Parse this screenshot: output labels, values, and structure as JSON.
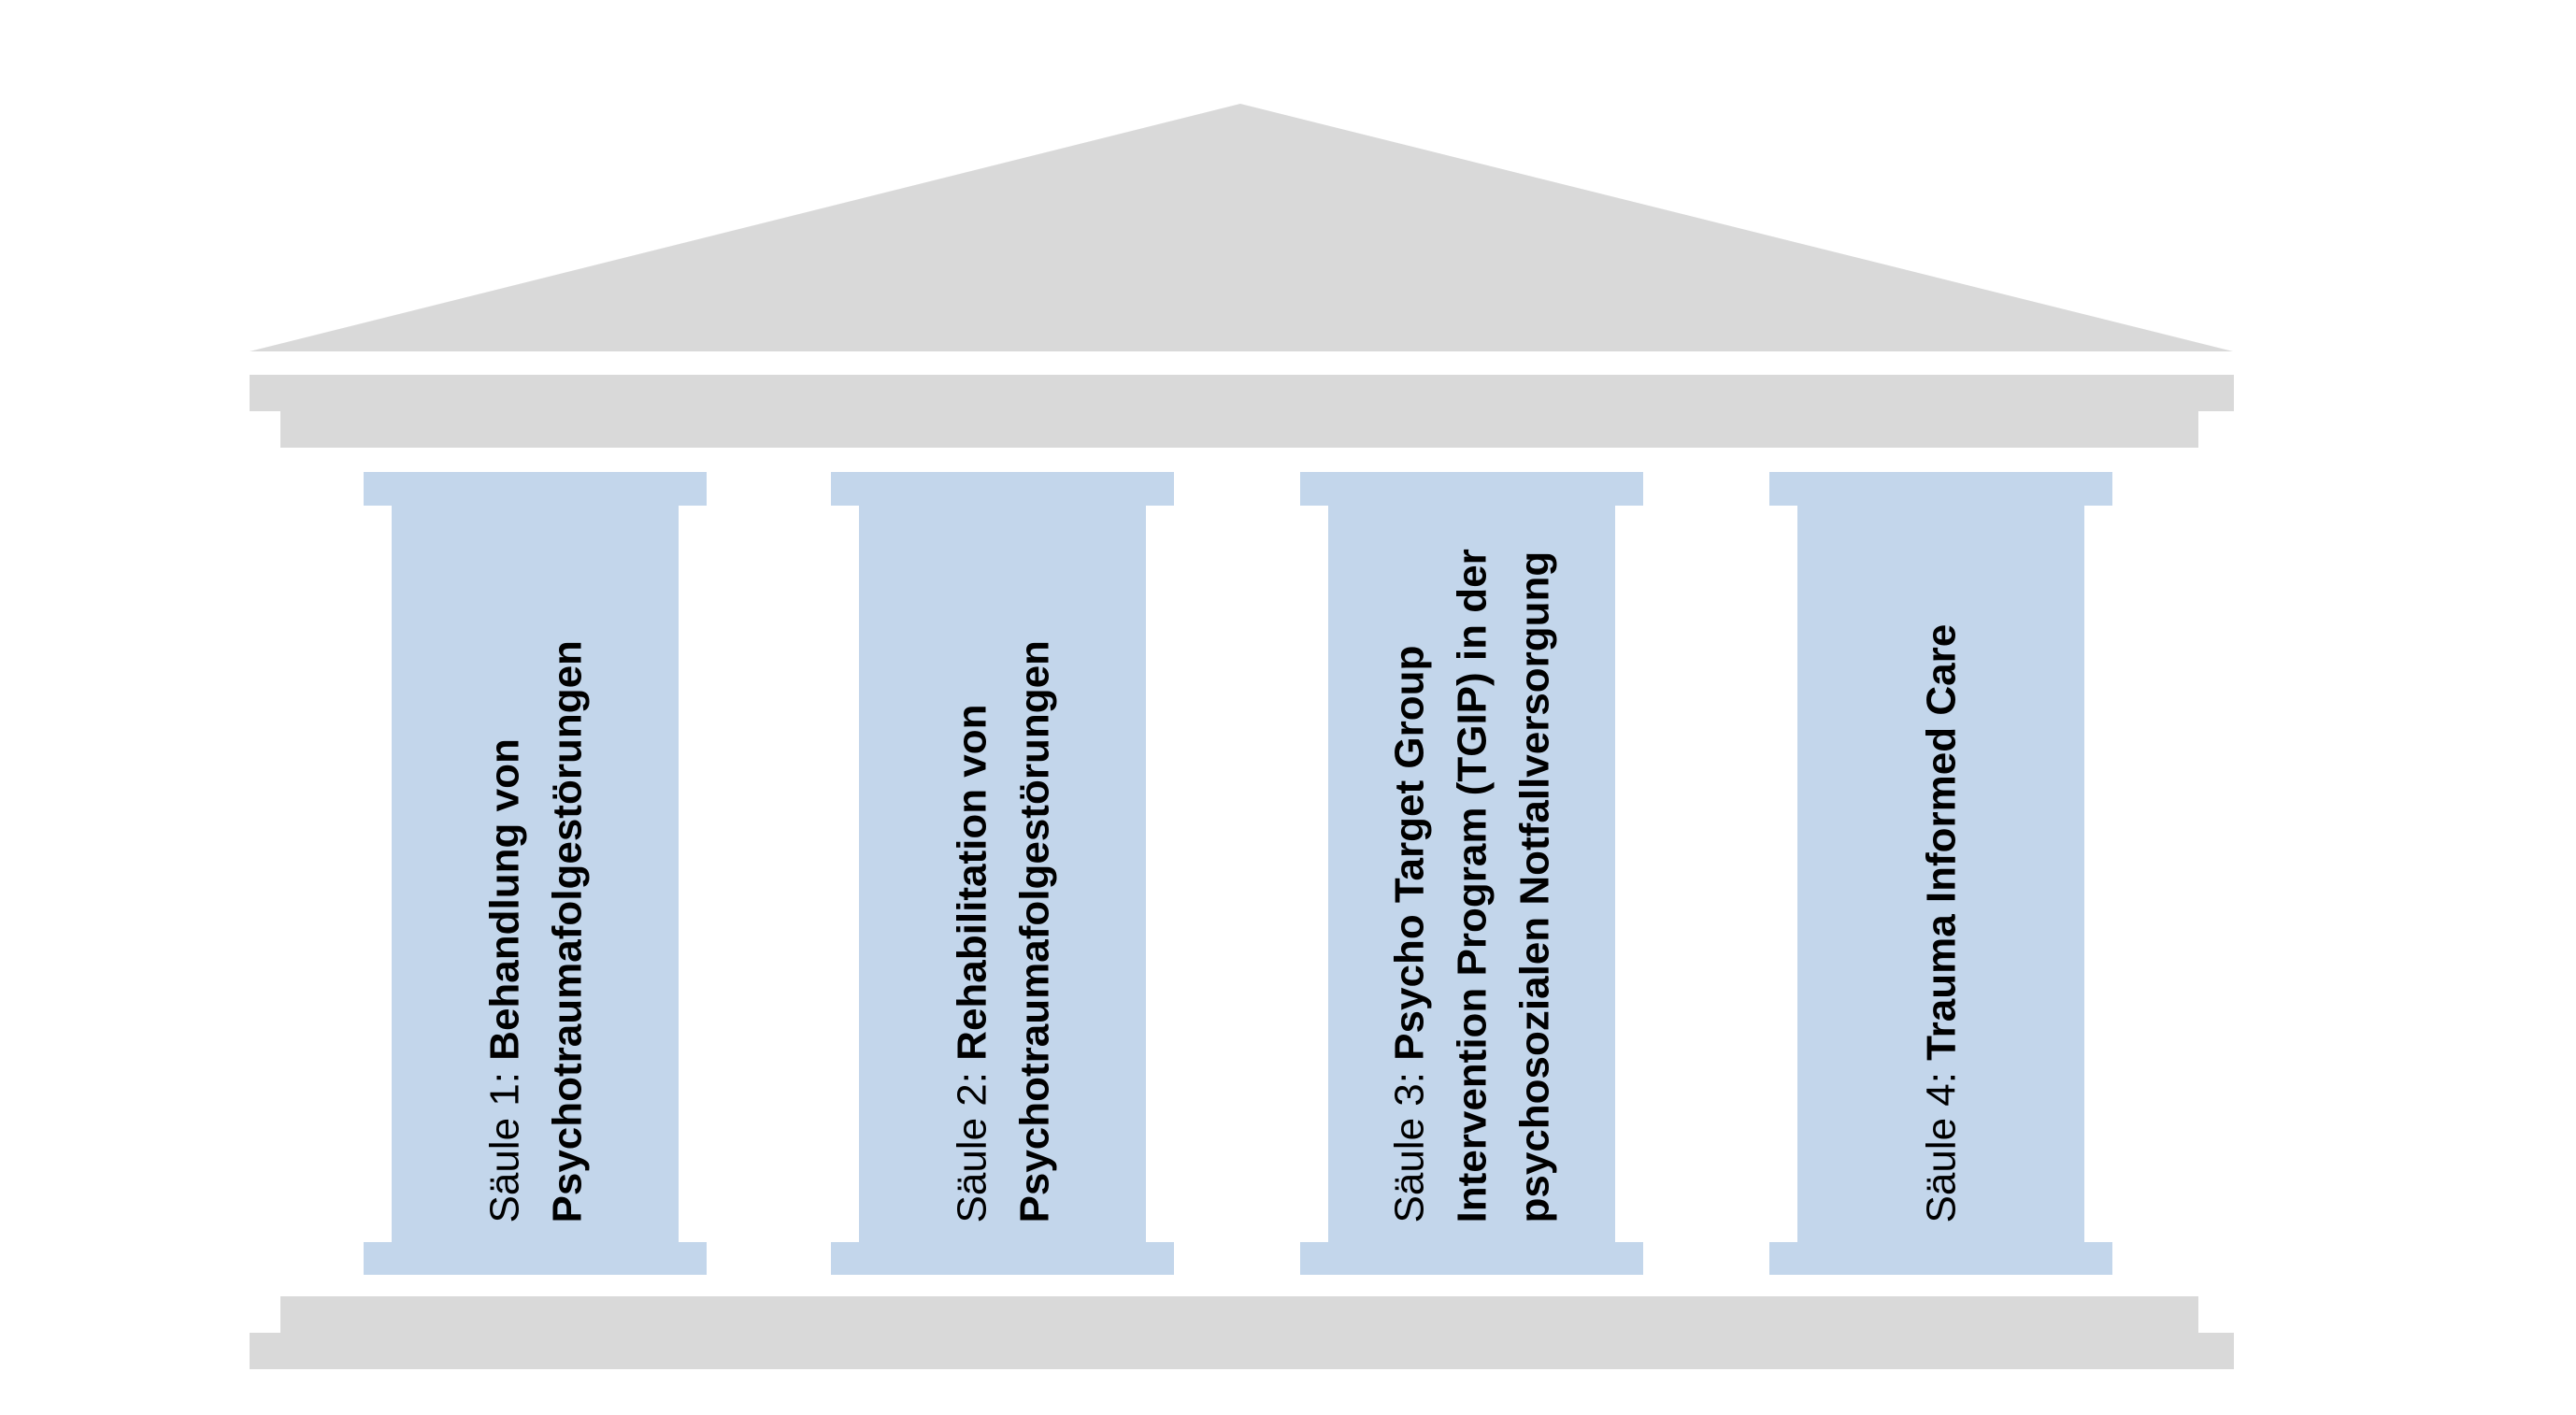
{
  "colors": {
    "structure": "#d9d9d9",
    "pillar": "#c3d6eb"
  },
  "pillars": [
    {
      "prefix": "Säule 1: ",
      "lines": [
        "Behandlung von",
        "Psychotraumafolgestörungen"
      ]
    },
    {
      "prefix": "Säule 2: ",
      "lines": [
        "Rehabilitation von",
        "Psychotraumafolgestörungen"
      ]
    },
    {
      "prefix": "Säule 3: ",
      "lines": [
        "Psycho Target Group",
        "Intervention Program (TGIP) in der",
        "psychosozialen Notfallversorgung"
      ]
    },
    {
      "prefix": "Säule 4: ",
      "lines": [
        "Trauma Informed Care"
      ]
    }
  ]
}
